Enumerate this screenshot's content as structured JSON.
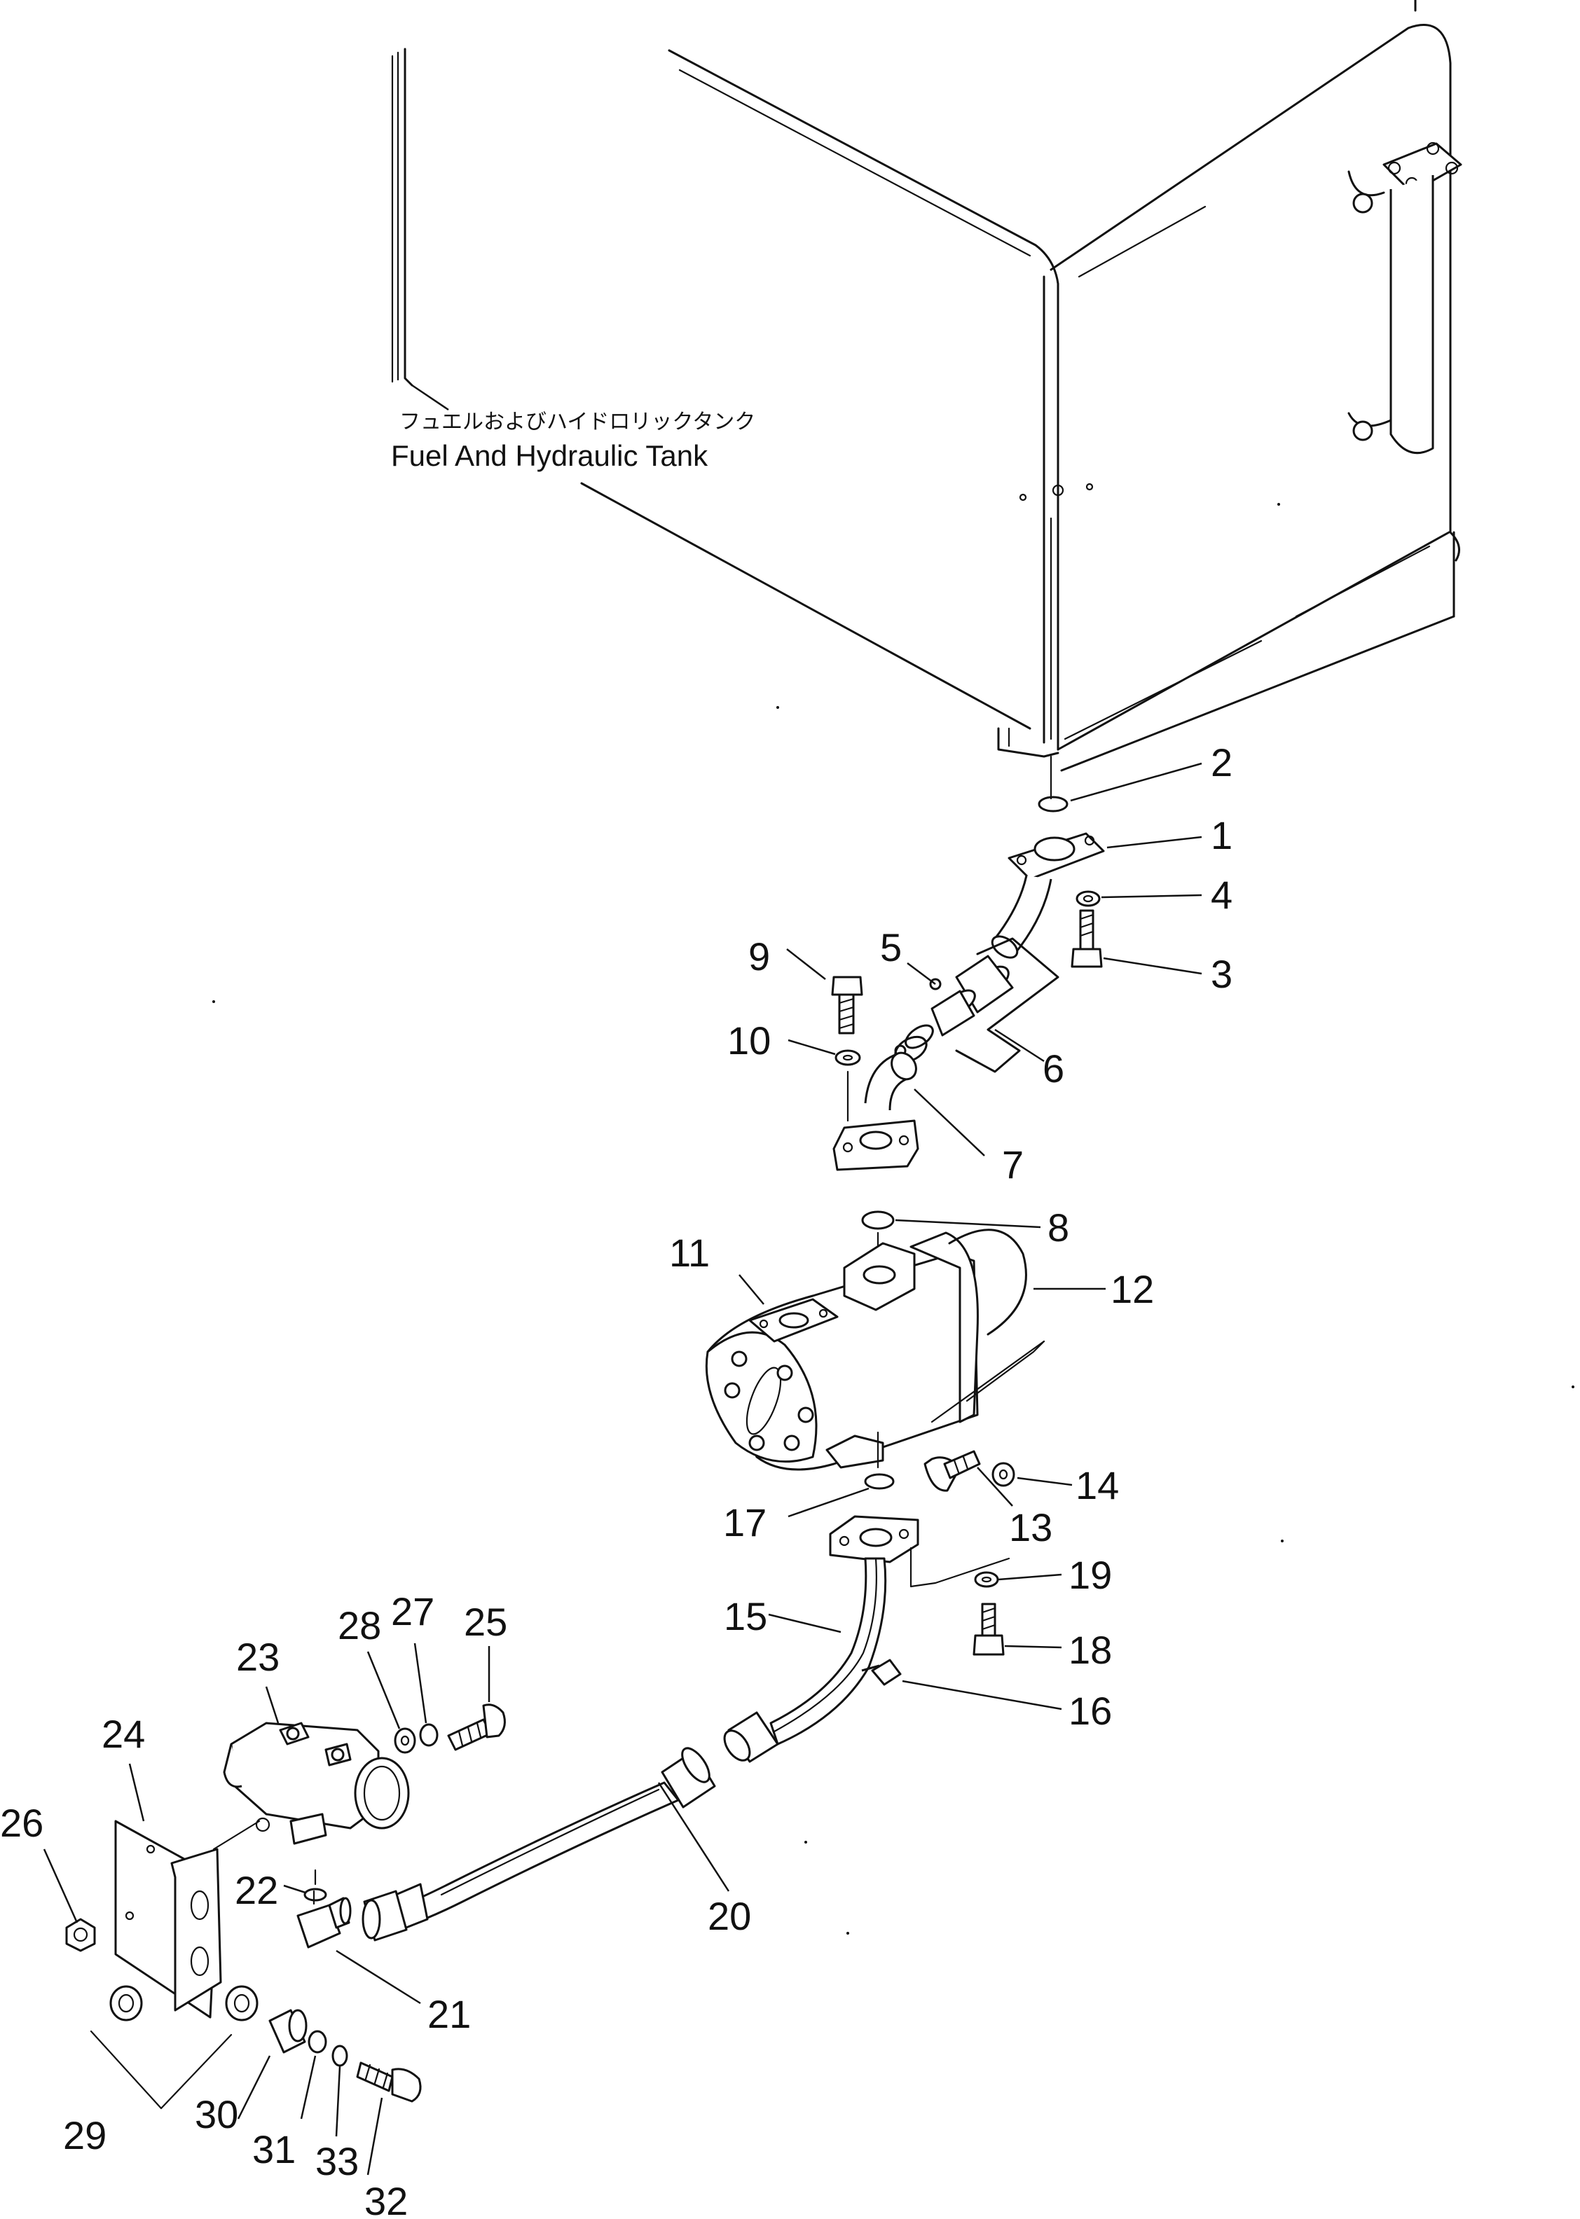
{
  "tank_label": {
    "japanese": "フュエルおよびハイドロリックタンク",
    "english": "Fuel And Hydraulic Tank"
  },
  "callouts": [
    {
      "id": "c1",
      "text": "1"
    },
    {
      "id": "c2",
      "text": "2"
    },
    {
      "id": "c3",
      "text": "3"
    },
    {
      "id": "c4",
      "text": "4"
    },
    {
      "id": "c5",
      "text": "5"
    },
    {
      "id": "c6",
      "text": "6"
    },
    {
      "id": "c7",
      "text": "7"
    },
    {
      "id": "c8",
      "text": "8"
    },
    {
      "id": "c9",
      "text": "9"
    },
    {
      "id": "c10",
      "text": "10"
    },
    {
      "id": "c11",
      "text": "11"
    },
    {
      "id": "c12",
      "text": "12"
    },
    {
      "id": "c13",
      "text": "13"
    },
    {
      "id": "c14",
      "text": "14"
    },
    {
      "id": "c15",
      "text": "15"
    },
    {
      "id": "c16",
      "text": "16"
    },
    {
      "id": "c17",
      "text": "17"
    },
    {
      "id": "c18",
      "text": "18"
    },
    {
      "id": "c19",
      "text": "19"
    },
    {
      "id": "c20",
      "text": "20"
    },
    {
      "id": "c21",
      "text": "21"
    },
    {
      "id": "c22",
      "text": "22"
    },
    {
      "id": "c23",
      "text": "23"
    },
    {
      "id": "c24",
      "text": "24"
    },
    {
      "id": "c25",
      "text": "25"
    },
    {
      "id": "c26",
      "text": "26"
    },
    {
      "id": "c27",
      "text": "27"
    },
    {
      "id": "c28",
      "text": "28"
    },
    {
      "id": "c29",
      "text": "29"
    },
    {
      "id": "c30",
      "text": "30"
    },
    {
      "id": "c31",
      "text": "31"
    },
    {
      "id": "c32",
      "text": "32"
    },
    {
      "id": "c33",
      "text": "33"
    }
  ]
}
